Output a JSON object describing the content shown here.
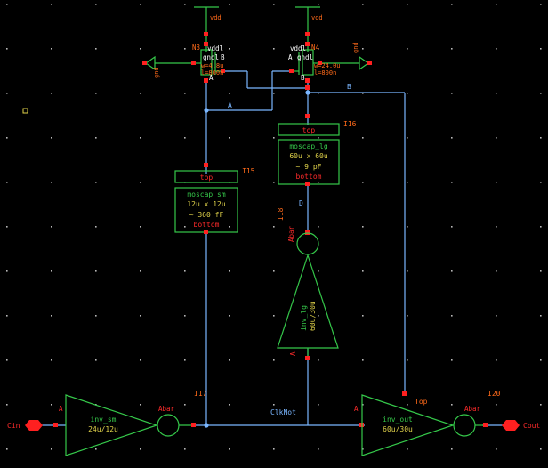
{
  "rails": {
    "vdd_left": "vdd",
    "vdd_right": "vdd",
    "gnd_left": "gnd",
    "gnd_right": "gnd"
  },
  "n3": {
    "name": "N3",
    "pin_vddl": "vddl",
    "pin_gndl": "gndl",
    "pin_b": "B",
    "pin_a": "A",
    "w": "w=4.8u",
    "l": "l=800n"
  },
  "n4": {
    "name": "N4",
    "pin_vddl": "vddl",
    "pin_gndl": "gndl",
    "pin_a": "A",
    "pin_b": "B",
    "w": "w=24.0u",
    "l": "l=800n"
  },
  "nets": {
    "a": "A",
    "b": "B",
    "d": "D",
    "clknot": "ClkNot",
    "top": "Top"
  },
  "i16": {
    "inst": "I16",
    "top": "top",
    "cell": "moscap_lg",
    "size": "60u x 60u",
    "cap": "~ 9 pF",
    "bottom": "bottom"
  },
  "i15": {
    "inst": "I15",
    "top": "top",
    "cell": "moscap_sm",
    "size": "12u x 12u",
    "cap": "~ 360 fF",
    "bottom": "bottom"
  },
  "i18": {
    "inst": "I18",
    "cell": "inv_lg",
    "size": "60u/30u",
    "pin_abar": "Abar",
    "pin_a": "A"
  },
  "i17": {
    "inst": "I17",
    "cell": "inv_sm",
    "size": "24u/12u",
    "pin_a": "A",
    "pin_abar": "Abar"
  },
  "i20": {
    "inst": "I20",
    "cell": "inv_out",
    "size": "60u/30u",
    "pin_a": "A",
    "pin_abar": "Abar"
  },
  "ports": {
    "cin": "Cin",
    "cout": "Cout"
  },
  "colors": {
    "wire": "#7ab6ff",
    "symbol": "#35c84a",
    "pin": "#ff2020",
    "label": "#ff6a1a",
    "background": "#000000"
  }
}
